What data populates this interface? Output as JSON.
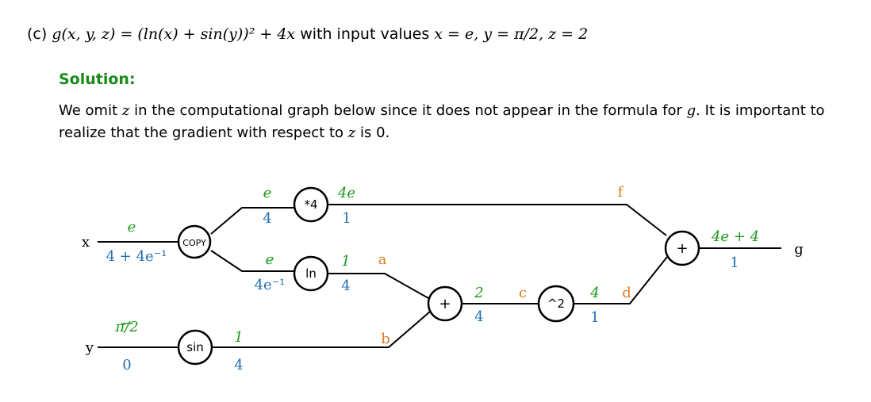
{
  "problem": {
    "label": "(c)",
    "formula": "g(x, y, z) = (ln(x) + sin(y))² + 4x",
    "mid_text": "with input values",
    "inputs": "x = e, y = π/2, z = 2"
  },
  "solution": {
    "heading": "Solution:",
    "text_part1": "We omit",
    "var": "z",
    "text_part2": "in the computational graph below since it does not appear in the formula for",
    "var_g": "g.",
    "text_part3": "It is important to realize that the gradient with respect to",
    "text_part4": "is 0."
  },
  "graph": {
    "nodes": {
      "copy": "COPY",
      "mul4": "*4",
      "ln": "ln",
      "sin": "sin",
      "plus1": "+",
      "sq": "^2",
      "plus2": "+"
    },
    "inputs": {
      "x": "x",
      "y": "y",
      "output": "g"
    },
    "edges": {
      "x_fwd": "e",
      "x_bwd": "4 + 4e⁻¹",
      "y_fwd": "π/2",
      "y_bwd": "0",
      "copy_mul_fwd": "e",
      "copy_mul_bwd": "4",
      "copy_ln_fwd": "e",
      "copy_ln_bwd": "4e⁻¹",
      "mul_f_fwd": "4e",
      "mul_f_bwd": "1",
      "ln_a_fwd": "1",
      "ln_a_bwd": "4",
      "sin_b_fwd": "1",
      "sin_b_bwd": "4",
      "plus_c_fwd": "2",
      "plus_c_bwd": "4",
      "sq_d_fwd": "4",
      "sq_d_bwd": "1",
      "out_fwd": "4e + 4",
      "out_bwd": "1"
    },
    "edge_names": {
      "a": "a",
      "b": "b",
      "c": "c",
      "d": "d",
      "f": "f"
    }
  }
}
